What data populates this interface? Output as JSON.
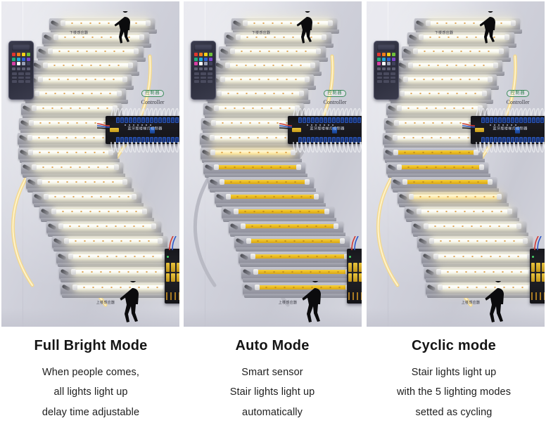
{
  "panels": [
    {
      "id": "full-bright-mode",
      "caption_title": "Full Bright Mode",
      "caption_lines": [
        "When people comes,",
        "all lights light up",
        "delay time adjustable"
      ],
      "controller_label_cn": "控制器",
      "controller_label_en": "Controller",
      "sensor_top_label": "下楼感应器",
      "sensor_bottom_label": "上楼感应器",
      "step_states": [
        "on",
        "on",
        "on",
        "on",
        "on",
        "on",
        "on",
        "on",
        "on",
        "on",
        "on",
        "on",
        "on",
        "on",
        "on",
        "on",
        "on",
        "on",
        "on"
      ],
      "rail_top_lit": true,
      "rail_bottom_lit": true
    },
    {
      "id": "auto-mode",
      "caption_title": "Auto Mode",
      "caption_lines": [
        "Smart sensor",
        "Stair lights light up",
        "automatically"
      ],
      "controller_label_cn": "控制器",
      "controller_label_en": "Controller",
      "sensor_top_label": "下楼感应器",
      "sensor_bottom_label": "上楼感应器",
      "step_states": [
        "on",
        "on",
        "on",
        "on",
        "on",
        "on",
        "on",
        "on",
        "on",
        "warm",
        "amber",
        "amber",
        "amber",
        "amber",
        "amber",
        "amber",
        "amber",
        "amber",
        "amber"
      ],
      "rail_top_lit": true,
      "rail_bottom_lit": false
    },
    {
      "id": "cyclic-mode",
      "caption_title": "Cyclic mode",
      "caption_lines": [
        "Stair lights light up",
        "with the 5 lighting modes",
        "setted as cycling"
      ],
      "controller_label_cn": "控制器",
      "controller_label_en": "Controller",
      "sensor_top_label": "下楼感应器",
      "sensor_bottom_label": "上楼感应器",
      "step_states": [
        "on",
        "on",
        "on",
        "on",
        "on",
        "on",
        "on",
        "on",
        "on",
        "amber",
        "amber",
        "amber",
        "warm",
        "on",
        "on",
        "on",
        "on",
        "on",
        "on"
      ],
      "rail_top_lit": true,
      "rail_bottom_lit": true
    }
  ],
  "device_labels": {
    "pcb_silk": "蓝牙版楼梯灯控制器",
    "remote_name": "rgb-remote-control",
    "psu_name": "led-power-supply"
  },
  "colors": {
    "lit_white": "#fffdf0",
    "amber_off": "#e8b81f",
    "rail_glow": "#f4d98a",
    "wall": "#d4d5de",
    "step": "#b4b5bf",
    "silhouette": "#0b0b0d",
    "caption_text": "#1d1d1d",
    "background": "#ffffff"
  },
  "remote_swatches": [
    "#e2352e",
    "#f07d1c",
    "#f3d017",
    "#6fbf3a",
    "#22b07a",
    "#22a7d6",
    "#2f5fd0",
    "#7b43c8",
    "#d63fa5",
    "#ffffff",
    "#9aa0b5",
    "#40425a"
  ]
}
